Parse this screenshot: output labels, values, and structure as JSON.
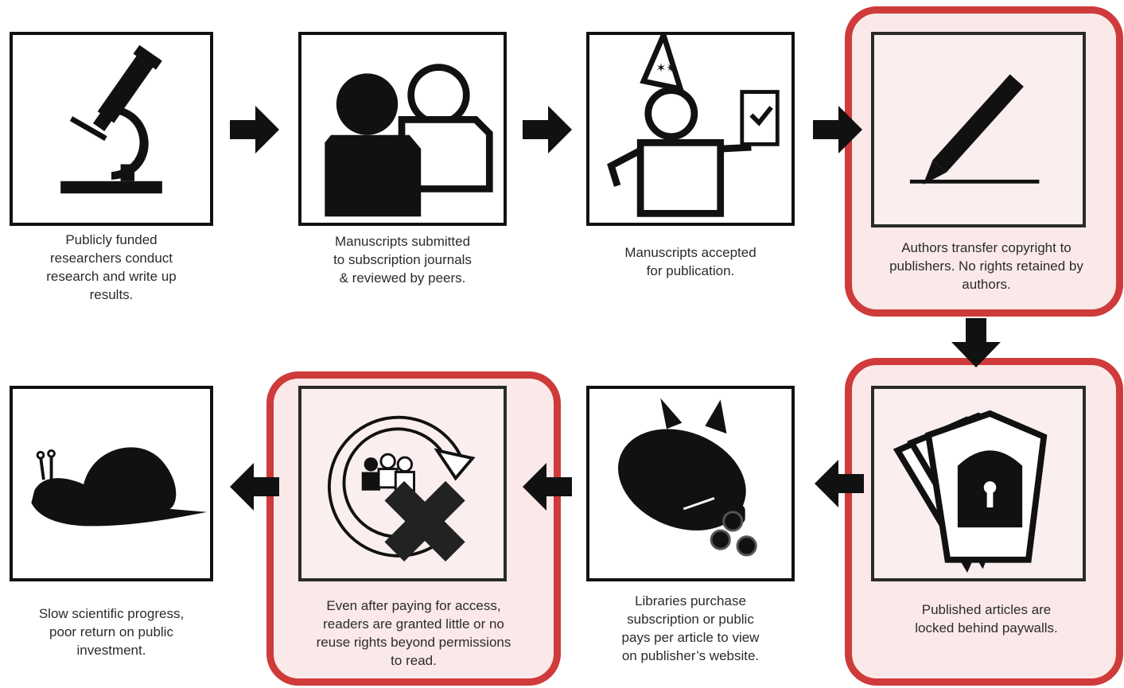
{
  "steps": [
    {
      "id": 1,
      "icon": "microscope-icon",
      "caption": "Publicly  funded\nresearchers conduct\nresearch  and write up\nresults.",
      "highlighted": false
    },
    {
      "id": 2,
      "icon": "people-icon",
      "caption": "Manuscripts submitted\nto  subscription  journals\n& reviewed by peers.",
      "highlighted": false
    },
    {
      "id": 3,
      "icon": "celebrating-person-icon",
      "caption": "Manuscripts   accepted\nfor publication.",
      "highlighted": false
    },
    {
      "id": 4,
      "icon": "pen-signing-icon",
      "caption": "Authors transfer copyright to\npublishers.  No rights retained by\nauthors.",
      "highlighted": true
    },
    {
      "id": 5,
      "icon": "locked-books-icon",
      "caption": "Published  articles are\nlocked behind  paywalls.",
      "highlighted": true
    },
    {
      "id": 6,
      "icon": "piggy-bank-icon",
      "caption": "Libraries purchase\nsubscription  or public\npays per article to view\non publisher’s website.",
      "highlighted": false
    },
    {
      "id": 7,
      "icon": "no-reuse-icon",
      "caption": "Even after paying for access,\nreaders  are granted little or no\nreuse rights beyond permissions\nto read.",
      "highlighted": true
    },
    {
      "id": 8,
      "icon": "snail-icon",
      "caption": "Slow scientific progress,\npoor return on public\ninvestment.",
      "highlighted": false
    }
  ],
  "colors": {
    "highlight_border": "#cf3a3a",
    "highlight_fill": "#fbe9e9",
    "icon": "#111111",
    "text": "#2b2b2b"
  }
}
